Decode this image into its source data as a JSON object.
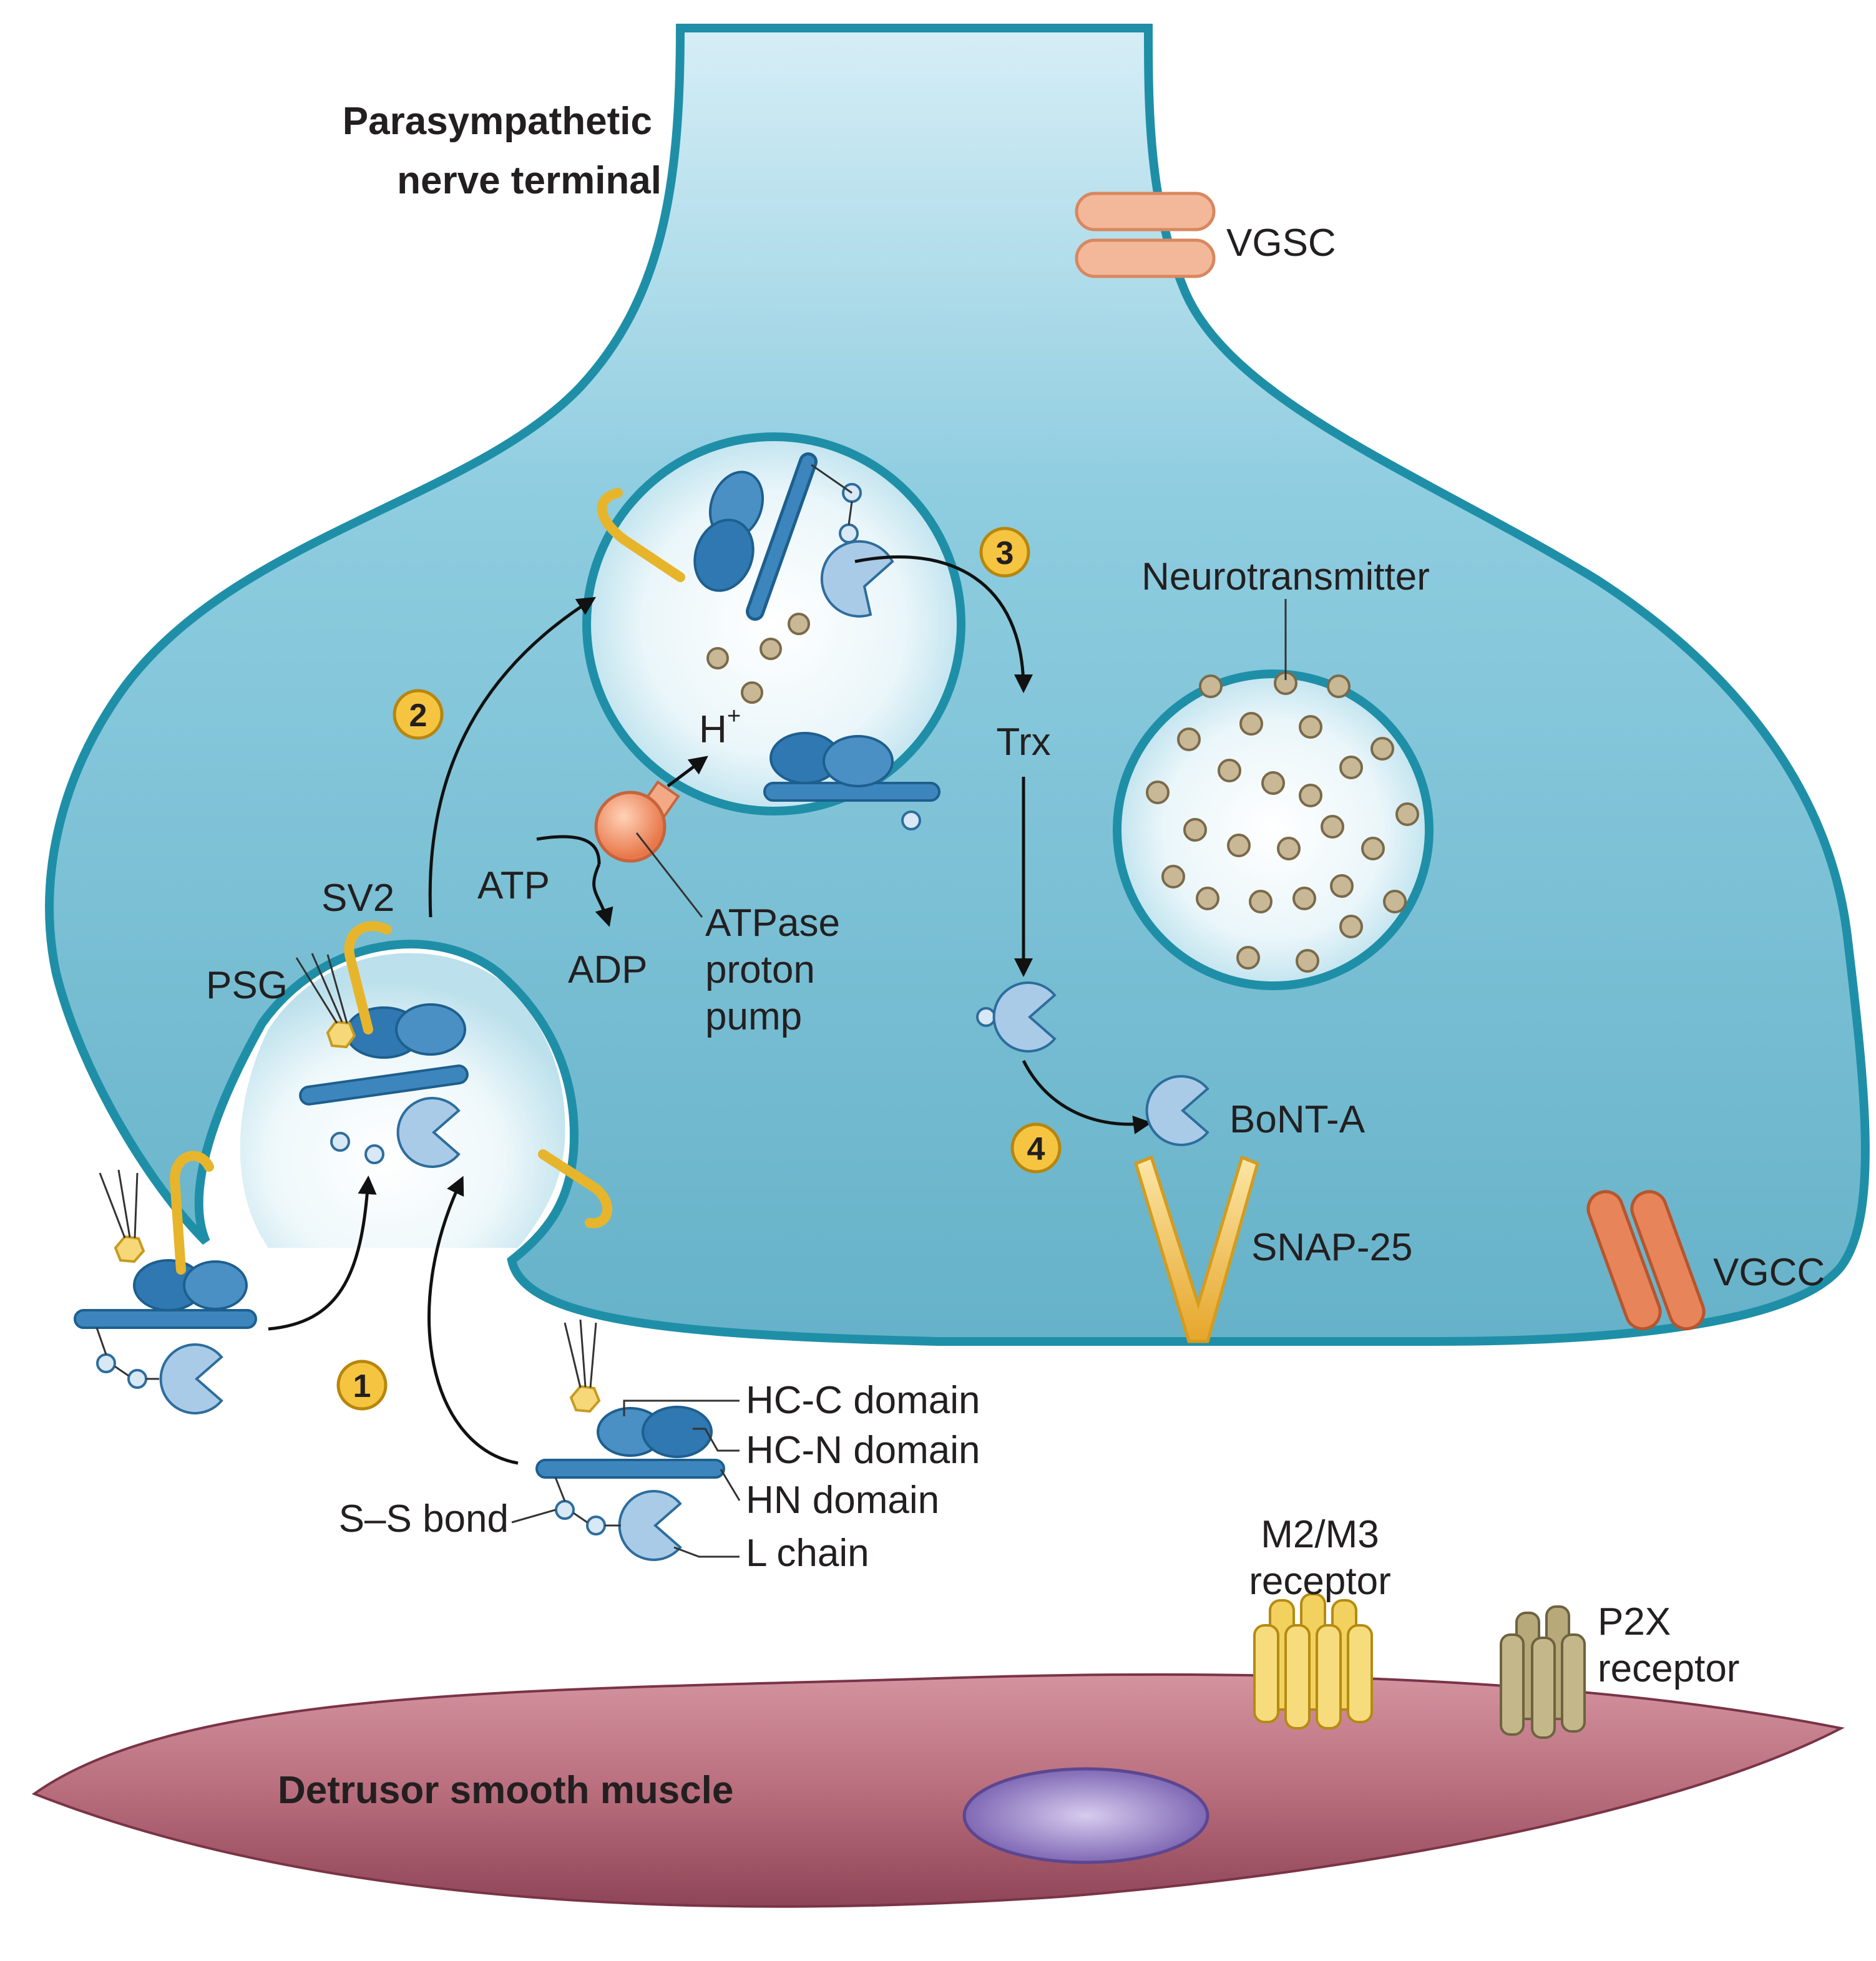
{
  "labels": {
    "nerve_terminal": [
      "Parasympathetic",
      "nerve terminal"
    ],
    "vgsc": "VGSC",
    "neurotransmitter": "Neurotransmitter",
    "h_plus": "H",
    "h_plus_sup": "+",
    "trx": "Trx",
    "sv2": "SV2",
    "psg": "PSG",
    "atp": "ATP",
    "adp": "ADP",
    "atpase": [
      "ATPase",
      "proton",
      "pump"
    ],
    "bont_a": "BoNT-A",
    "snap25": "SNAP-25",
    "vgcc": "VGCC",
    "hc_c": "HC-C domain",
    "hc_n": "HC-N domain",
    "hn": "HN domain",
    "ss_bond": "S–S bond",
    "l_chain": "L chain",
    "m2m3": [
      "M2/M3",
      "receptor"
    ],
    "p2x": [
      "P2X",
      "receptor"
    ],
    "muscle": "Detrusor smooth muscle"
  },
  "steps": [
    "1",
    "2",
    "3",
    "4"
  ],
  "colors": {
    "cytoplasm": "#7fc3d8",
    "membrane": "#1f8fa8",
    "muscle": "#b9707f",
    "nucleus": "#9a86c9",
    "sv2": "#e7b52c",
    "vgsc": "#f3b89a",
    "vgcc": "#e8845a",
    "m2m3": "#f2d15e",
    "p2x": "#b7a97a",
    "step_badge": "#f5c542"
  }
}
